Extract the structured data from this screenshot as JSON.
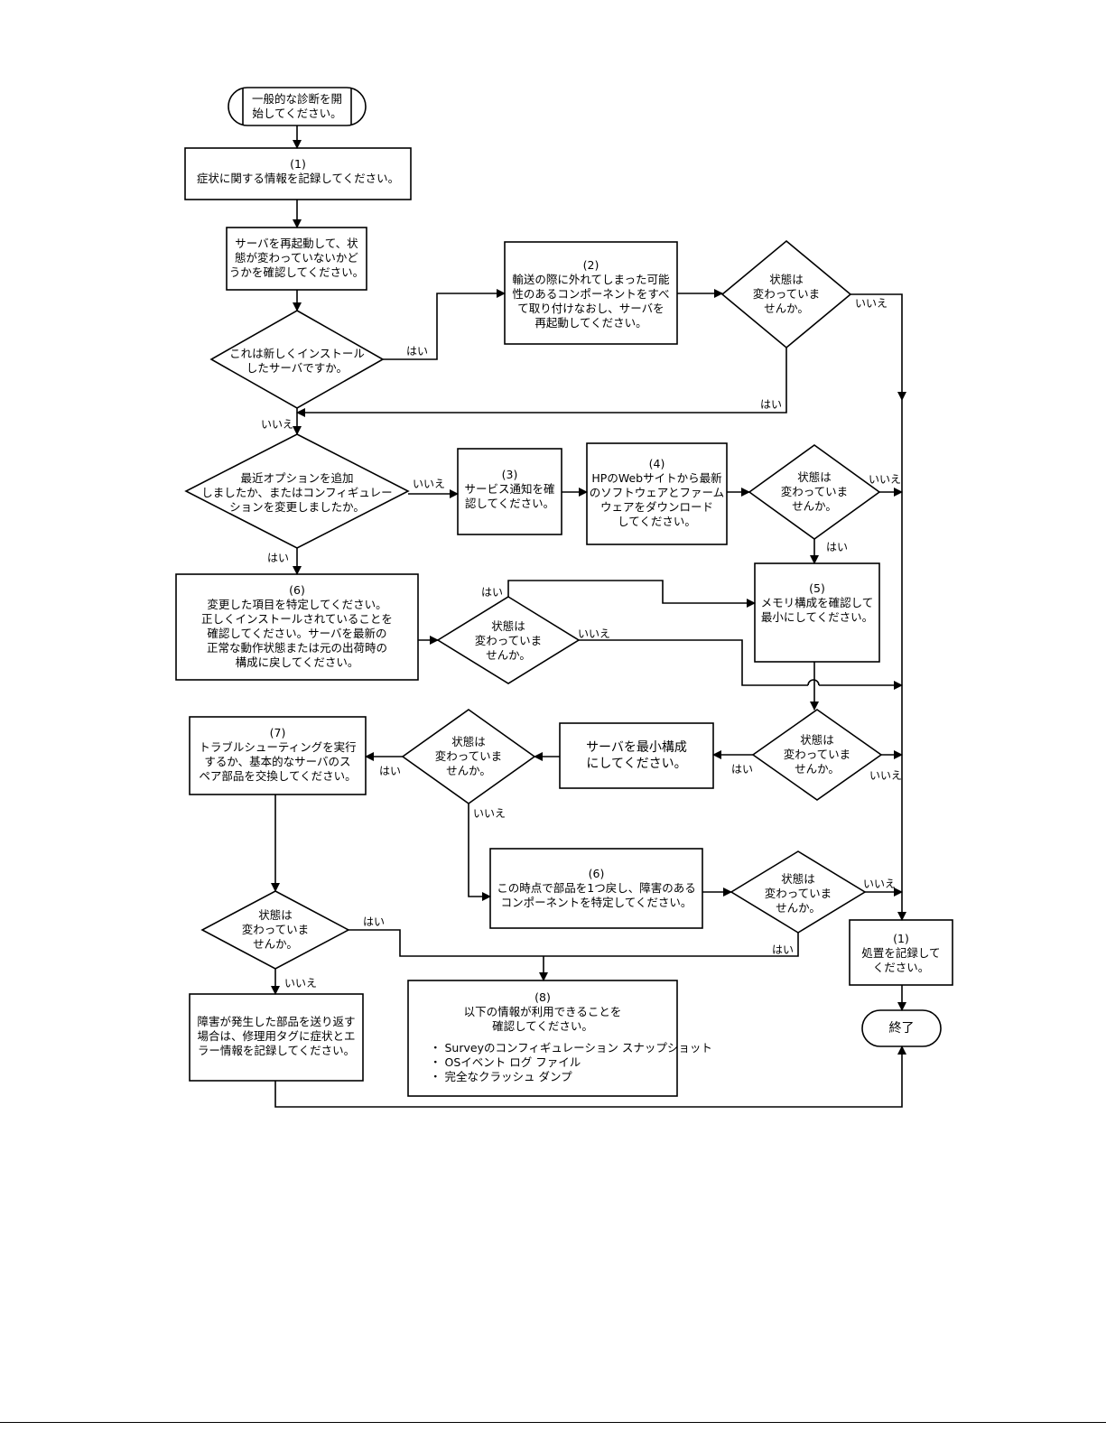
{
  "nodes": {
    "start": [
      "一般的な診断を開",
      "始してください。"
    ],
    "n1": [
      "(1)",
      "症状に関する情報を記録してください。"
    ],
    "restart": [
      "サーバを再起動して、状",
      "態が変わっていないかど",
      "うかを確認してください。"
    ],
    "d_new": [
      "これは新しくインストール",
      "したサーバですか。"
    ],
    "n2": [
      "(2)",
      "輸送の際に外れてしまった可能",
      "性のあるコンポーネントをすべ",
      "て取り付けなおし、サーバを",
      "再起動してください。"
    ],
    "d_status1": [
      "状態は",
      "変わっていま",
      "せんか。"
    ],
    "d_option": [
      "最近オプションを追加",
      "しましたか、またはコンフィギュレー",
      "ションを変更しましたか。"
    ],
    "n3": [
      "(3)",
      "サービス通知を確",
      "認してください。"
    ],
    "n4": [
      "(4)",
      "HPのWebサイトから最新",
      "のソフトウェアとファーム",
      "ウェアをダウンロード",
      "してください。"
    ],
    "d_status2": [
      "状態は",
      "変わっていま",
      "せんか。"
    ],
    "n5": [
      "(5)",
      "メモリ構成を確認して",
      "最小にしてください。"
    ],
    "n6a": [
      "(6)",
      "変更した項目を特定してください。",
      "正しくインストールされていることを",
      "確認してください。サーバを最新の",
      "正常な動作状態または元の出荷時の",
      "構成に戻してください。"
    ],
    "d_status3": [
      "状態は",
      "変わっていま",
      "せんか。"
    ],
    "d_status4": [
      "状態は",
      "変わっていま",
      "せんか。"
    ],
    "minimal": [
      "サーバを最小構成",
      "にしてください。"
    ],
    "d_status5": [
      "状態は",
      "変わっていま",
      "せんか。"
    ],
    "n7": [
      "(7)",
      "トラブルシューティングを実行",
      "するか、基本的なサーバのス",
      "ペア部品を交換してください。"
    ],
    "n6b": [
      "(6)",
      "この時点で部品を1つ戻し、障害のある",
      "コンポーネントを特定してください。"
    ],
    "d_status6": [
      "状態は",
      "変わっていま",
      "せんか。"
    ],
    "d_status7": [
      "状態は",
      "変わっていま",
      "せんか。"
    ],
    "record": [
      "(1)",
      "処置を記録して",
      "ください。"
    ],
    "end": [
      "終了"
    ],
    "returnparts": [
      "障害が発生した部品を送り返す",
      "場合は、修理用タグに症状とエ",
      "ラー情報を記録してください。"
    ],
    "n8_head": [
      "(8)",
      "以下の情報が利用できることを",
      "確認してください。"
    ],
    "n8_items": [
      "Surveyのコンフィギュレーション スナップショット",
      "OSイベント ログ ファイル",
      "完全なクラッシュ ダンプ"
    ]
  },
  "edge_labels": {
    "yes": "はい",
    "no": "いいえ"
  }
}
